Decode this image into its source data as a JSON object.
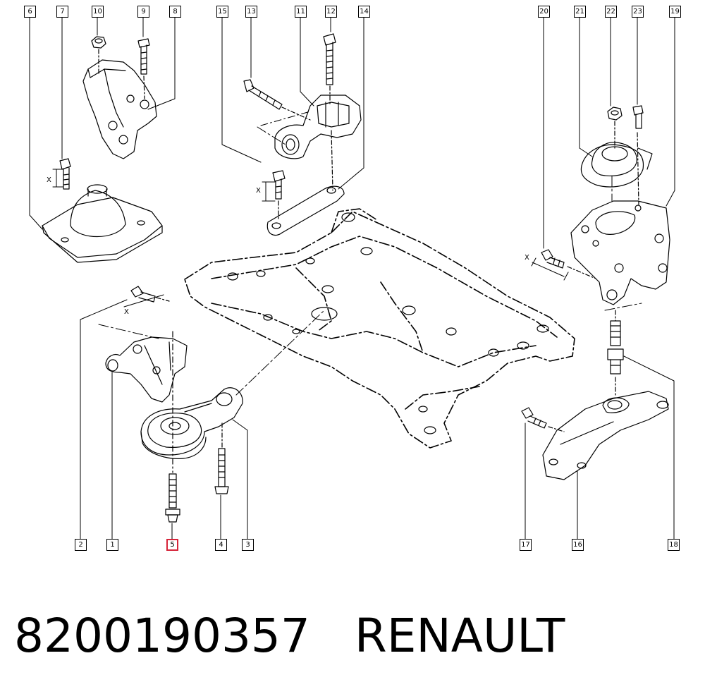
{
  "diagram": {
    "callouts": {
      "c1": "1",
      "c2": "2",
      "c3": "3",
      "c4": "4",
      "c5": "5",
      "c6": "6",
      "c7": "7",
      "c8": "8",
      "c9": "9",
      "c10": "10",
      "c11": "11",
      "c12": "12",
      "c13": "13",
      "c14": "14",
      "c15": "15",
      "c16": "16",
      "c17": "17",
      "c18": "18",
      "c19": "19",
      "c20": "20",
      "c21": "21",
      "c22": "22",
      "c23": "23"
    },
    "highlighted_callout": "5",
    "dimension_marker": "X",
    "colors": {
      "line": "#000000",
      "highlight": "#d6243a",
      "background": "#ffffff"
    }
  },
  "caption": {
    "part_number": "8200190357",
    "brand": "RENAULT"
  }
}
